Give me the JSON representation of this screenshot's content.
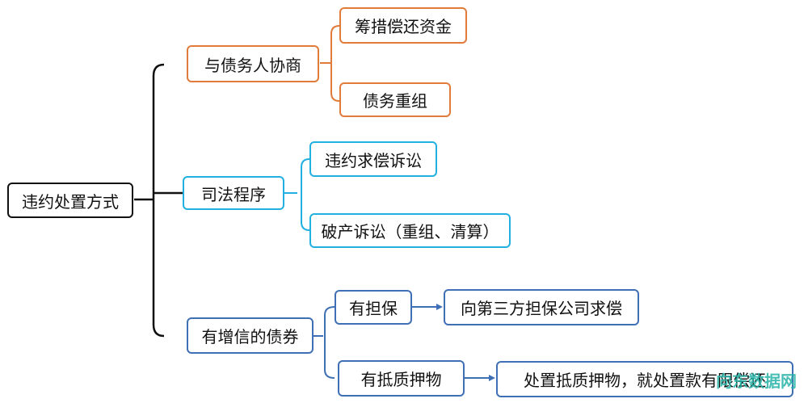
{
  "root": "违约处置方式",
  "branches": [
    {
      "label": "与债务人协商",
      "children": [
        "筹措偿还资金",
        "债务重组"
      ]
    },
    {
      "label": "司法程序",
      "children": [
        "违约求偿诉讼",
        "破产诉讼（重组、清算）"
      ]
    },
    {
      "label": "有增信的债券",
      "children": [
        {
          "label": "有担保",
          "result": "向第三方担保公司求偿"
        },
        {
          "label": "有抵质押物",
          "result": "处置抵质押物，就处置款有限偿还"
        }
      ]
    }
  ],
  "watermark": "向东数据网",
  "colors": {
    "root": "#111111",
    "negotiate": "#e07b3a",
    "judicial": "#22b0e0",
    "credit": "#3f6fb5"
  }
}
